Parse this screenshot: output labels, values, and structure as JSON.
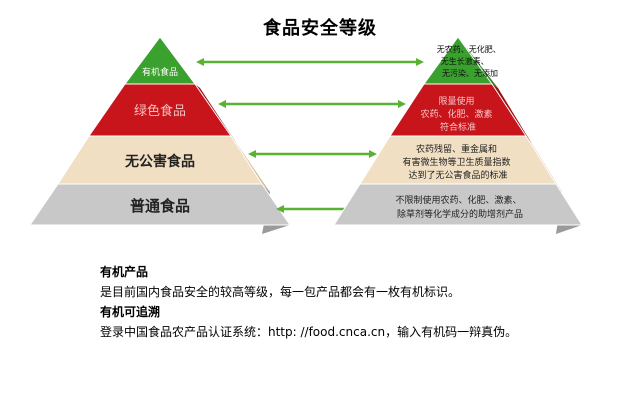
{
  "title": "食品安全等级",
  "levels": [
    {
      "name": "有机食品",
      "color": "#3aa12e",
      "criteria": [
        "无农药、无化肥、",
        "无生长激素、",
        "无污染、无添加"
      ]
    },
    {
      "name": "绿色食品",
      "color": "#c8141b",
      "criteria": [
        "限量使用",
        "农药、化肥、激素",
        "符合标准"
      ]
    },
    {
      "name": "无公害食品",
      "color": "#f1dfc3",
      "criteria": [
        "农药残留、重金属和",
        "有害微生物等卫生质量指数",
        "达到了无公害食品的标准"
      ]
    },
    {
      "name": "普通食品",
      "color": "#c8c8c8",
      "criteria": [
        "不限制使用农药、化肥、激素、",
        "除草剂等化学成分的助增剂产品"
      ]
    }
  ],
  "arrow_color": "#5ab233",
  "description": {
    "organic_heading": "有机产品",
    "organic_text": "是目前国内食品安全的较高等级，每一包产品都会有一枚有机标识。",
    "trace_heading": "有机可追溯",
    "trace_text": "登录中国食品农产品认证系统：http: //food.cnca.cn，输入有机码一辩真伪。"
  }
}
